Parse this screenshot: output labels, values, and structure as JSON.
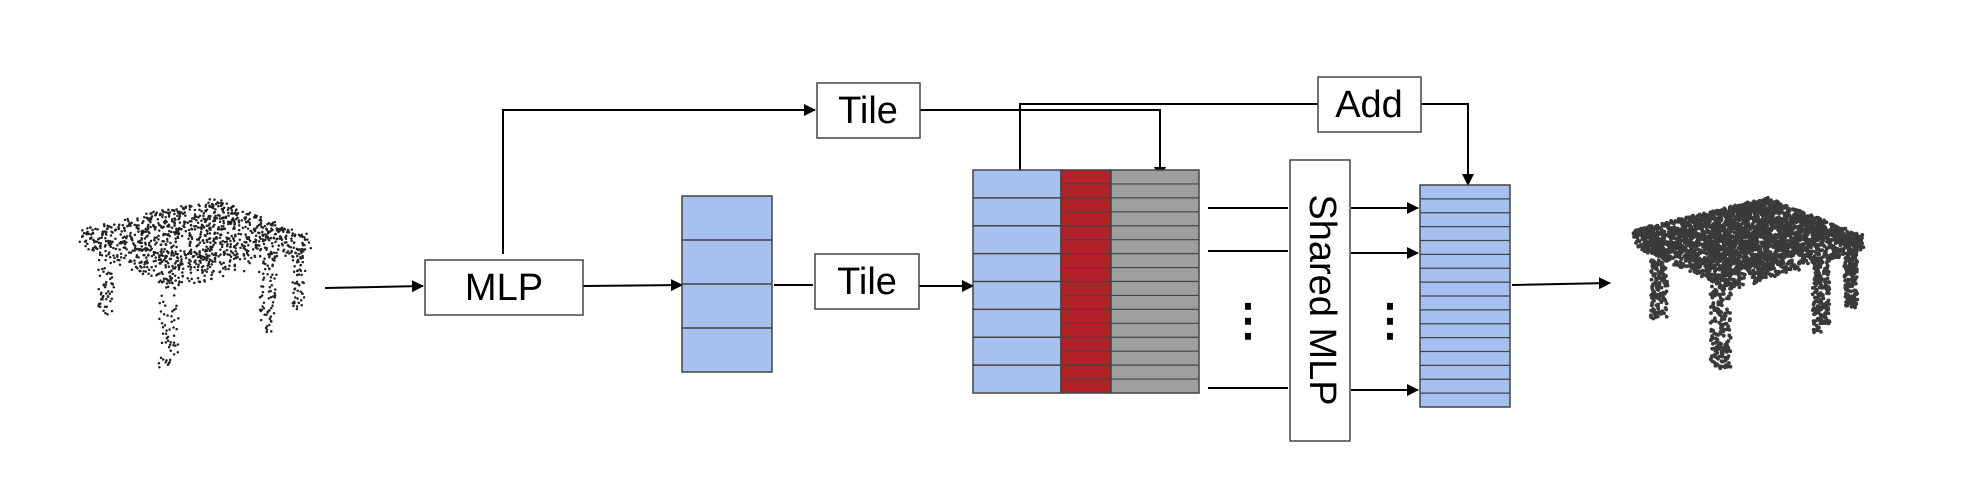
{
  "labels": {
    "mlp": "MLP",
    "tile_top": "Tile",
    "tile_mid": "Tile",
    "add": "Add",
    "shared_mlp": "Shared MLP",
    "dots": "⋮"
  },
  "colors": {
    "blue": "#a6c1f0",
    "red": "#b22228",
    "gray": "#9e9e9e",
    "stroke": "#444444",
    "line": "#000000",
    "point_light": "#222222",
    "point_dark": "#3a3a3a"
  },
  "shapes": {
    "input_cloud": "table",
    "output_cloud": "table"
  }
}
